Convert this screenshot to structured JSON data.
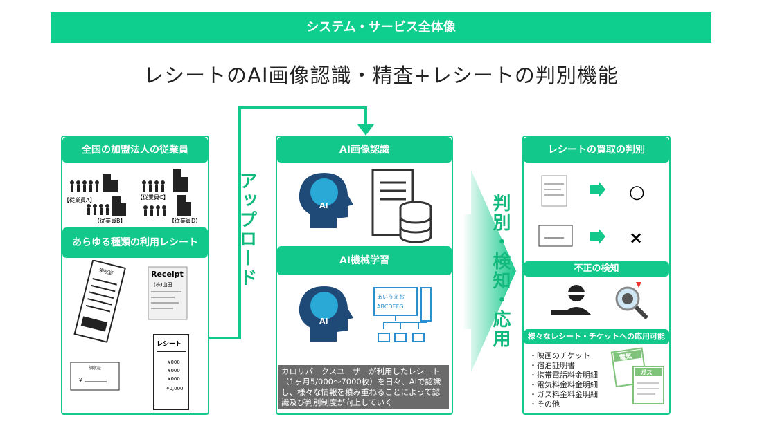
{
  "banner": "システム・サービス全体像",
  "main_title": "レシートのAI画像認識・精査+レシートの判別機能",
  "left": {
    "header1": "全国の加盟法人の従業員",
    "staff": [
      "【従業員A】",
      "【従業員B】",
      "【従業員C】",
      "【従業員D】"
    ],
    "header2": "あらゆる種類の利用レシート",
    "doc_labels": {
      "ryoshusho": "領収証",
      "receipt": "Receipt",
      "receipt_sub": "(株)山田",
      "receipt_jp": "レシート",
      "amounts": [
        "¥000",
        "¥000",
        "¥000",
        "¥0,000"
      ],
      "ryoshusho2": "領収証",
      "yen": "¥"
    }
  },
  "upload_label": "アップロード",
  "middle": {
    "header1": "AI画像認識",
    "header2": "AI機械学習",
    "ai_badge": "AI",
    "screen_text1": "あいうえお",
    "screen_text2": "ABCDEFG",
    "note": "カロリパークスユーザーが利用したレシート（1ヶ月5/000〜7000枚）を日々、AIで認識し、様々な情報を積み重ねることによって認識及び判別制度が向上していく"
  },
  "arrow_label": "判別・検知・応用",
  "right": {
    "header1": "レシートの買取の判別",
    "mark_ok": "○",
    "mark_ng": "×",
    "header2": "不正の検知",
    "header3": "様々なレシート・チケットへの応用可能",
    "list": [
      "・映画のチケット",
      "・宿泊証明書",
      "・携帯電話料金明細",
      "・電気料金料金明細",
      "・ガス料金料金明細",
      "・その他"
    ],
    "bill1": "電気",
    "bill2": "ガス"
  }
}
